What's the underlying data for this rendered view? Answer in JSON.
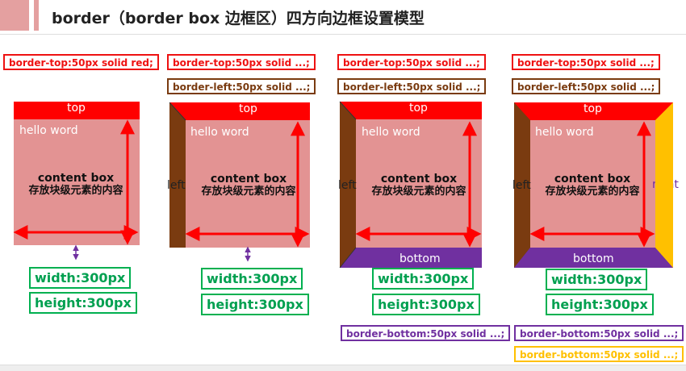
{
  "title": "border（border box 边框区）四方向边框设置模型",
  "tags": {
    "top_full": "border-top:50px solid red;",
    "top": "border-top:50px solid ...;",
    "left": "border-left:50px solid ...;",
    "bottom": "border-bottom:50px solid ...;"
  },
  "labels": {
    "top": "top",
    "left": "left",
    "bottom": "bottom",
    "right": "right",
    "hello": "hello word",
    "content_line1": "content box",
    "content_line2": "存放块级元素的内容"
  },
  "dims": {
    "width": "width:300px",
    "height": "height:300px"
  },
  "colors": {
    "content": "#e39393",
    "top": "#ff0000",
    "left": "#7a3b10",
    "bottom": "#7030a0",
    "right": "#ffc000",
    "dimension": "#00b050"
  }
}
